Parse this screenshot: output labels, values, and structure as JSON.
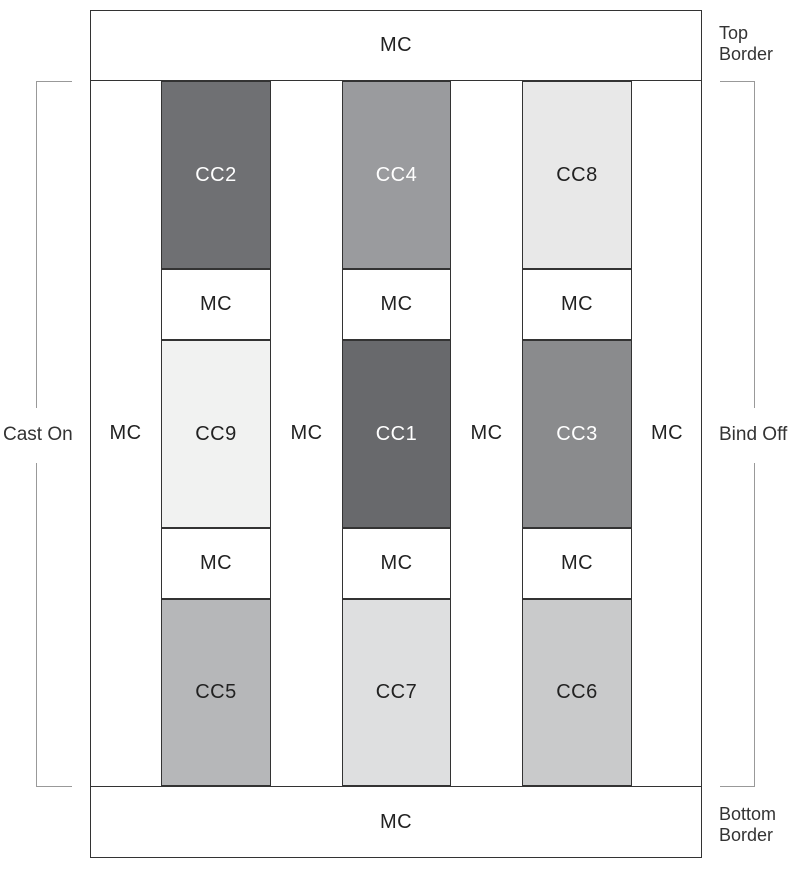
{
  "top_border": {
    "label": "MC"
  },
  "bottom_border": {
    "label": "MC"
  },
  "labels": {
    "top_border_line1": "Top",
    "top_border_line2": "Border",
    "bottom_border_line1": "Bottom",
    "bottom_border_line2": "Border",
    "cast_on": "Cast On",
    "bind_off": "Bind Off"
  },
  "mc_strips": [
    "MC",
    "MC",
    "MC",
    "MC"
  ],
  "columns": [
    {
      "blocks": [
        {
          "label": "CC2",
          "color": "#6f7073"
        },
        {
          "label": "MC",
          "color": "#ffffff"
        },
        {
          "label": "CC9",
          "color": "#f1f2f1"
        },
        {
          "label": "MC",
          "color": "#ffffff"
        },
        {
          "label": "CC5",
          "color": "#b6b7b9"
        }
      ]
    },
    {
      "blocks": [
        {
          "label": "CC4",
          "color": "#9a9b9e"
        },
        {
          "label": "MC",
          "color": "#ffffff"
        },
        {
          "label": "CC1",
          "color": "#68696c"
        },
        {
          "label": "MC",
          "color": "#ffffff"
        },
        {
          "label": "CC7",
          "color": "#dedfe0"
        }
      ]
    },
    {
      "blocks": [
        {
          "label": "CC8",
          "color": "#e8e8e8"
        },
        {
          "label": "MC",
          "color": "#ffffff"
        },
        {
          "label": "CC3",
          "color": "#8a8b8d"
        },
        {
          "label": "MC",
          "color": "#ffffff"
        },
        {
          "label": "CC6",
          "color": "#c9cacb"
        }
      ]
    }
  ]
}
